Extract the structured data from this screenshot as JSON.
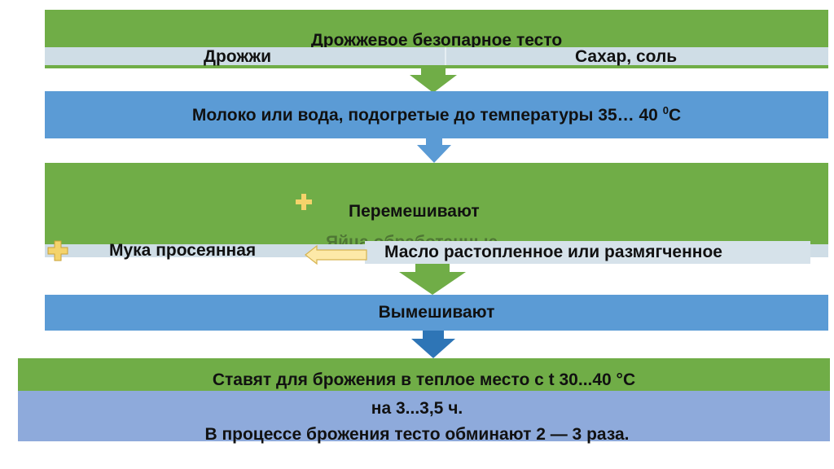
{
  "title": "Дрожжевое безопарное тесто",
  "row_yeast": "Дрожжи",
  "row_sugar": "Сахар, соль",
  "step_milk_main": "Молоко или вода, подогретые до температуры 35… 40 ",
  "step_milk_sup": "0",
  "step_milk_unit": "С",
  "step_mix": "Перемешивают",
  "hidden_eggs": "Яйца обработанные",
  "flour": "Мука просеянная",
  "butter": "Масло растопленное или размягченное",
  "step_knead": "Вымешивают",
  "ferment_1": "Ставят для брожения в теплое место с t 30...40 °С",
  "ferment_2": "на 3...3,5 ч.",
  "ferment_3": "В процессе брожения тесто обминают 2 — 3 раза.",
  "colors": {
    "green": "#70ad47",
    "blue": "#5b9bd5",
    "lavender": "#8eaadb",
    "pale_band": "#cfdde6",
    "plus_yellow": "#f4d36b",
    "arrow_left_fill": "#fde9a8",
    "arrow_dark_blue": "#2e75b6"
  },
  "icons": [
    "plus-icon",
    "down-arrow-icon",
    "left-arrow-icon"
  ]
}
